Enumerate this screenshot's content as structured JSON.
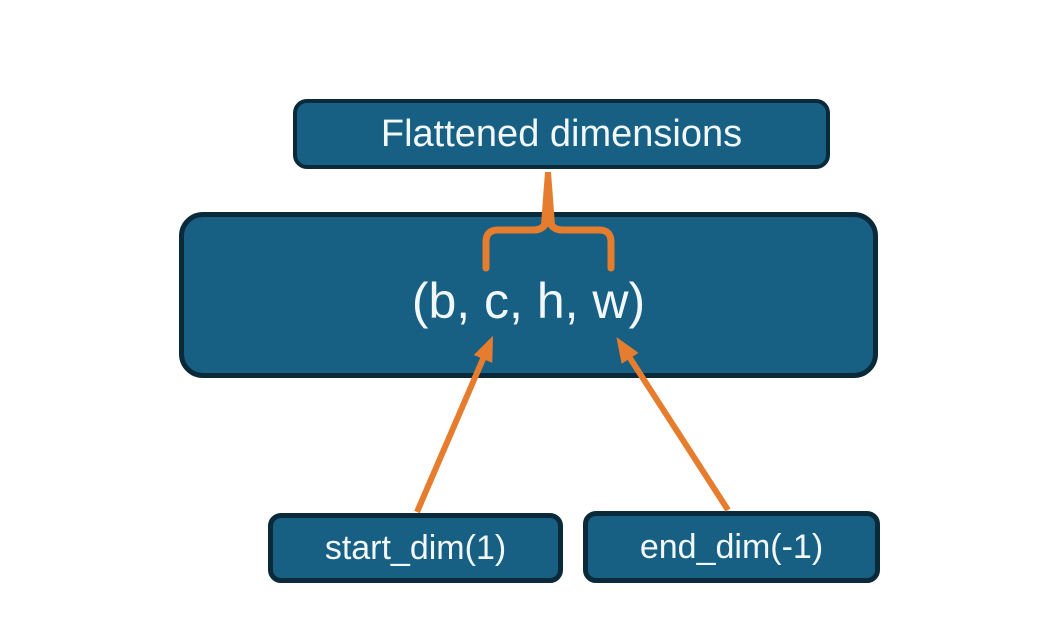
{
  "colors": {
    "bg": "#ffffff",
    "node_fill": "#176083",
    "node_border": "#0a2a39",
    "node_text": "#f2f7f9",
    "accent": "#e67c2e"
  },
  "nodes": {
    "flattened": {
      "label": "Flattened dimensions"
    },
    "tensor": {
      "label": "(b, c, h, w)"
    },
    "start_dim": {
      "label": "start_dim(1)"
    },
    "end_dim": {
      "label": "end_dim(-1)"
    }
  }
}
